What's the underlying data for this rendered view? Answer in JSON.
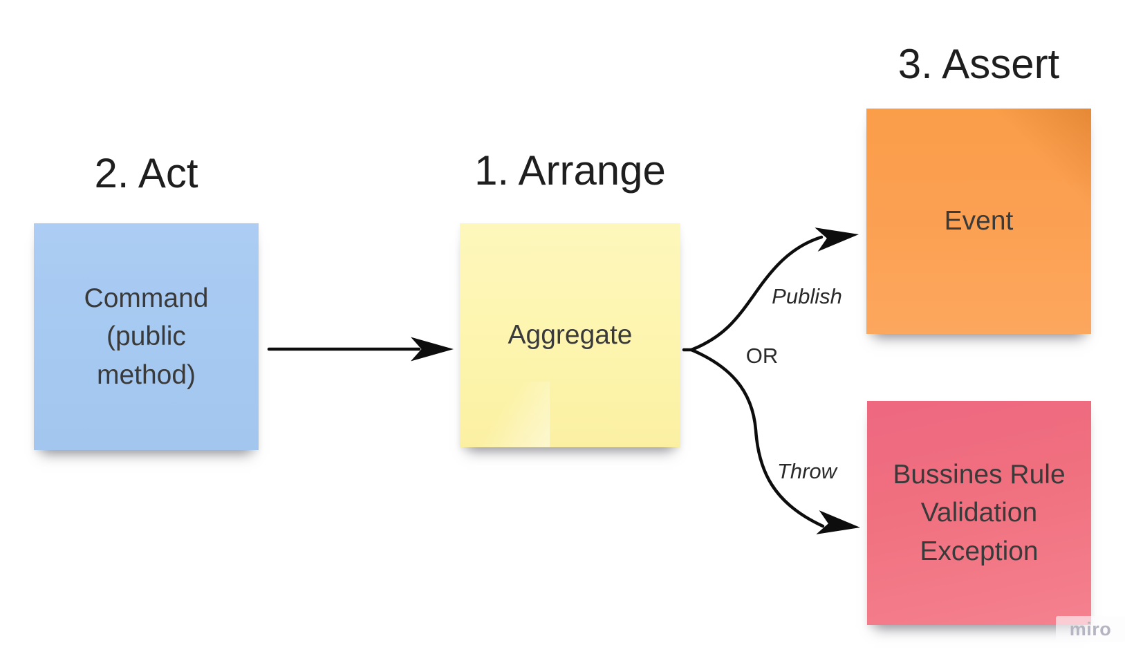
{
  "headings": {
    "arrange": "1. Arrange",
    "act": "2. Act",
    "assert": "3. Assert"
  },
  "notes": {
    "command": {
      "text": "Command\n(public\nmethod)",
      "color": "#a5c9f1"
    },
    "aggregate": {
      "text": "Aggregate",
      "color": "#fdf5ae"
    },
    "event": {
      "text": "Event",
      "color": "#fb9f4c"
    },
    "exception": {
      "text": "Bussines Rule\nValidation\nException",
      "color": "#f0707f"
    }
  },
  "connectors": {
    "color": "#0d0d0d",
    "publish": {
      "label": "Publish"
    },
    "or": {
      "label": "OR"
    },
    "throw": {
      "label": "Throw"
    }
  },
  "watermark": {
    "label": "miro",
    "text_color": "#b5b4c2"
  }
}
